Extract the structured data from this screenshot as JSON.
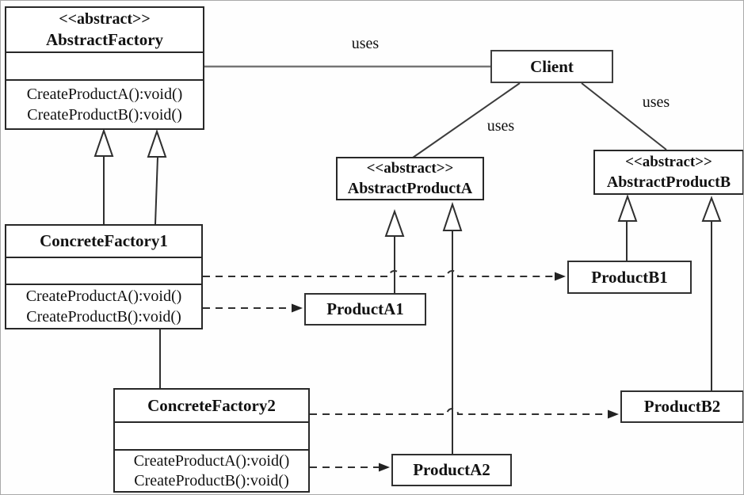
{
  "diagram": {
    "classes": {
      "abstract_factory": {
        "stereotype": "<<abstract>>",
        "name": "AbstractFactory",
        "operations": [
          "CreateProductA():void()",
          "CreateProductB():void()"
        ]
      },
      "client": {
        "name": "Client"
      },
      "abstract_product_a": {
        "stereotype": "<<abstract>>",
        "name": "AbstractProductA"
      },
      "abstract_product_b": {
        "stereotype": "<<abstract>>",
        "name": "AbstractProductB"
      },
      "concrete_factory_1": {
        "name": "ConcreteFactory1",
        "operations": [
          "CreateProductA():void()",
          "CreateProductB():void()"
        ]
      },
      "concrete_factory_2": {
        "name": "ConcreteFactory2",
        "operations": [
          "CreateProductA():void()",
          "CreateProductB():void()"
        ]
      },
      "product_a1": {
        "name": "ProductA1"
      },
      "product_a2": {
        "name": "ProductA2"
      },
      "product_b1": {
        "name": "ProductB1"
      },
      "product_b2": {
        "name": "ProductB2"
      }
    },
    "edge_labels": {
      "factory_client": "uses",
      "client_product_a": "uses",
      "client_product_b": "uses"
    },
    "colors": {
      "box_border": "#282828",
      "generalization_line": "#2f2f2f",
      "dependency_line": "#2f2f2f",
      "association_line_gray": "#757575",
      "association_line_dark": "#3c3c3c",
      "text": "#111111",
      "background": "#fefefe"
    }
  }
}
